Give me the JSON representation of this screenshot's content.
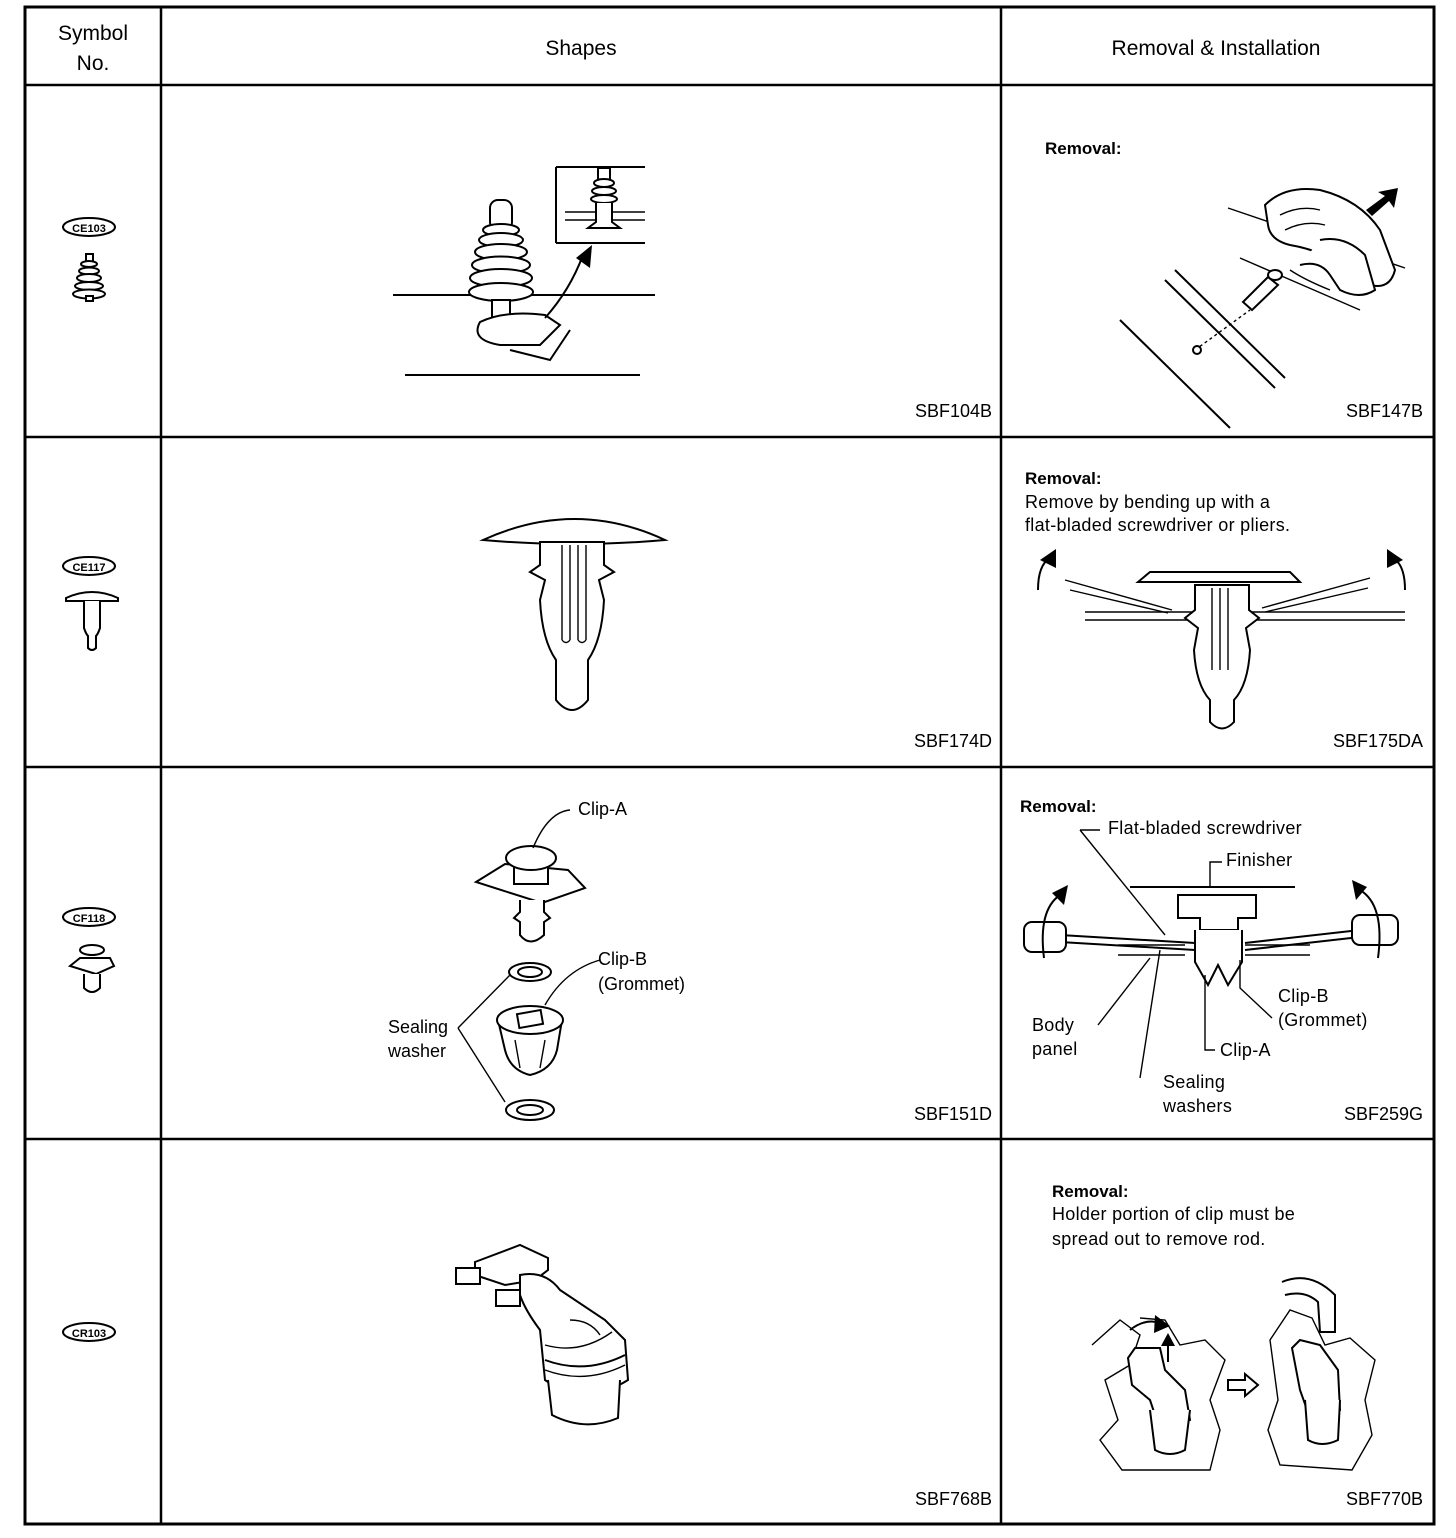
{
  "header": {
    "symbol_no": [
      "Symbol",
      "No."
    ],
    "shapes": "Shapes",
    "removal_installation": "Removal & Installation"
  },
  "rows": [
    {
      "symbol_code": "CE103",
      "shape_ref": "SBF104B",
      "removal_title": "Removal:",
      "removal_text": [],
      "removal_labels": [],
      "removal_ref": "SBF147B"
    },
    {
      "symbol_code": "CE117",
      "shape_ref": "SBF174D",
      "removal_title": "Removal:",
      "removal_text": [
        "Remove by bending up with a",
        "flat-bladed screwdriver or pliers."
      ],
      "removal_labels": [],
      "removal_ref": "SBF175DA"
    },
    {
      "symbol_code": "CF118",
      "shape_ref": "SBF151D",
      "shape_labels": {
        "clip_a": "Clip-A",
        "clip_b": [
          "Clip-B",
          "(Grommet)"
        ],
        "sealing_washer": [
          "Sealing",
          "washer"
        ]
      },
      "removal_title": "Removal:",
      "removal_text": [],
      "removal_labels": {
        "screwdriver": "Flat-bladed screwdriver",
        "finisher": "Finisher",
        "body_panel": [
          "Body",
          "panel"
        ],
        "clip_b": [
          "Clip-B",
          "(Grommet)"
        ],
        "clip_a": "Clip-A",
        "sealing_washers": [
          "Sealing",
          "washers"
        ]
      },
      "removal_ref": "SBF259G"
    },
    {
      "symbol_code": "CR103",
      "shape_ref": "SBF768B",
      "removal_title": "Removal:",
      "removal_text": [
        "Holder portion of clip must be",
        "spread out to remove rod."
      ],
      "removal_labels": [],
      "removal_ref": "SBF770B"
    }
  ]
}
